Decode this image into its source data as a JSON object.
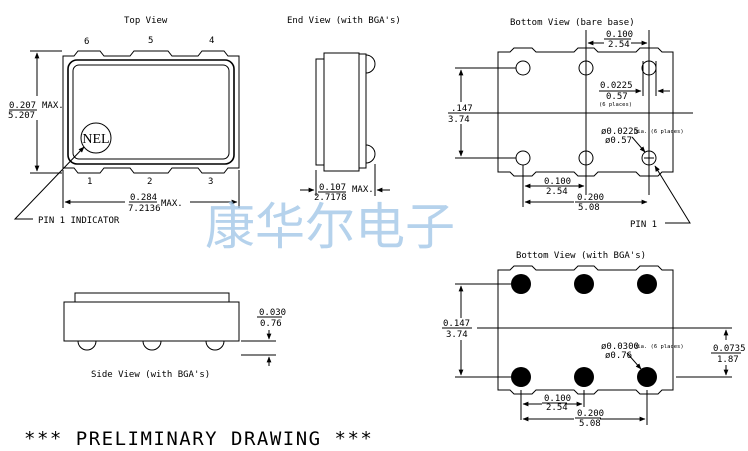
{
  "colors": {
    "line": "#000000",
    "watermark": "#9dc3e6",
    "background": "#ffffff"
  },
  "top_view": {
    "title": "Top View",
    "pin_top_6": "6",
    "pin_top_5": "5",
    "pin_top_4": "4",
    "pin_bottom_1": "1",
    "pin_bottom_2": "2",
    "pin_bottom_3": "3",
    "logo_text": "NEL",
    "height_in": "0.207",
    "height_max": "MAX.",
    "height_mm": "5.207",
    "width_in": "0.284",
    "width_max": "MAX.",
    "width_mm": "7.2136",
    "pin1_indicator": "PIN 1 INDICATOR"
  },
  "end_view": {
    "title": "End View (with BGA's)",
    "thickness_in": "0.107",
    "thickness_max": "MAX.",
    "thickness_mm": "2.7178"
  },
  "bottom_bare": {
    "title": "Bottom View (bare base)",
    "pitch_top_in": "0.100",
    "pitch_top_mm": "2.54",
    "pad_in": "0.0225",
    "pad_mm": "0.57",
    "pad_note": "(6 places)",
    "height_in": ".147",
    "height_mm": "3.74",
    "hole_dia_in": "ø0.0225",
    "hole_dia_note": "Dia. (6 places)",
    "hole_dia_mm": "ø0.57",
    "pitch_bottom_in": "0.100",
    "pitch_bottom_mm": "2.54",
    "span_in": "0.200",
    "span_mm": "5.08",
    "pin1_label": "PIN 1"
  },
  "bottom_bga": {
    "title": "Bottom View (with BGA's)",
    "height_in": "0.147",
    "height_mm": "3.74",
    "ball_dia_in": "ø0.0300",
    "ball_dia_note": "Dia. (6 places)",
    "ball_dia_mm": "ø0.76",
    "offset_in": "0.0735",
    "offset_mm": "1.87",
    "pitch_in": "0.100",
    "pitch_mm": "2.54",
    "span_in": "0.200",
    "span_mm": "5.08"
  },
  "side_view": {
    "title": "Side View (with BGA's)",
    "ball_h_in": "0.030",
    "ball_h_mm": "0.76"
  },
  "footer": "*** PRELIMINARY DRAWING ***",
  "watermark": "康华尔电子"
}
